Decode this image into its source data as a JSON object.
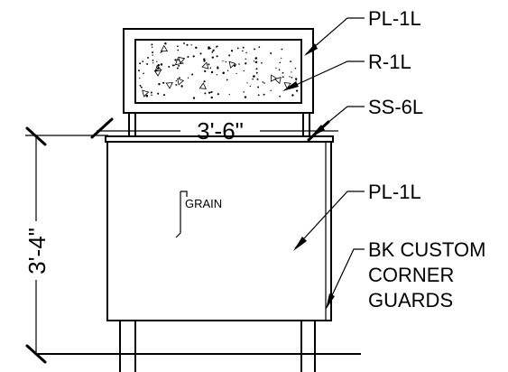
{
  "callouts": {
    "top_finish": "PL-1L",
    "resin_panel": "R-1L",
    "solid_surface": "SS-6L",
    "body_finish": "PL-1L",
    "corner_guards_line1": "BK CUSTOM",
    "corner_guards_line2": "CORNER",
    "corner_guards_line3": "GUARDS"
  },
  "dimensions": {
    "width": "3'-6\"",
    "height": "3'-4\""
  },
  "notes": {
    "grain": "GRAIN"
  }
}
